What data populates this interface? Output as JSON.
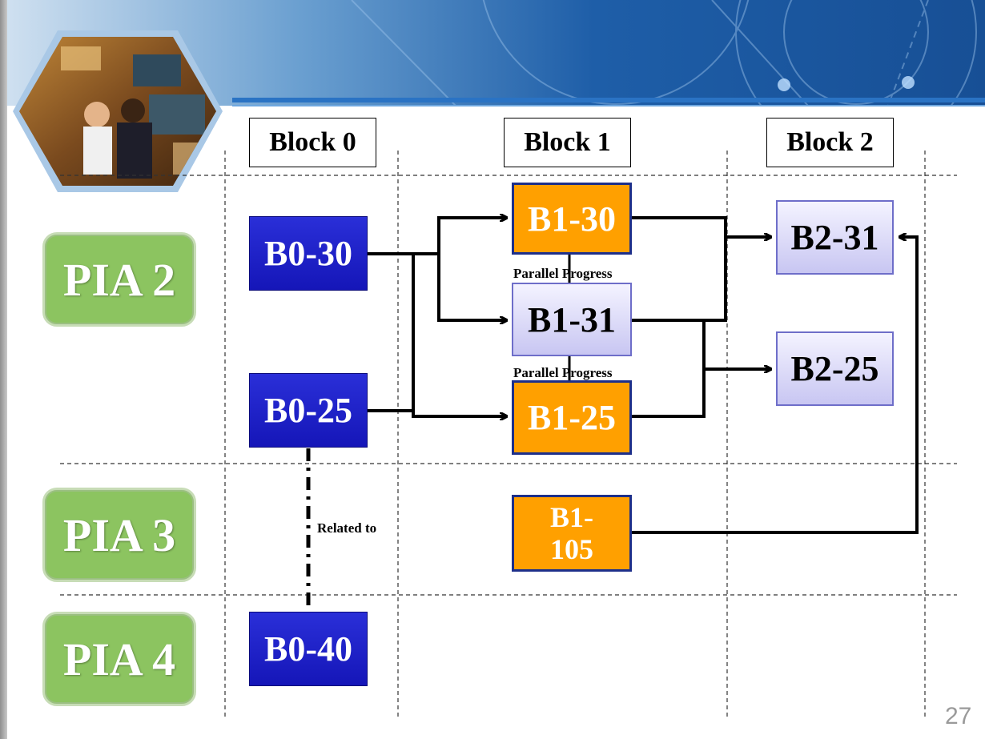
{
  "blocks": [
    "Block 0",
    "Block 1",
    "Block 2"
  ],
  "pia": [
    "PIA 2",
    "PIA 3",
    "PIA 4"
  ],
  "modules": {
    "b0_30": "B0-30",
    "b0_25": "B0-25",
    "b0_40": "B0-40",
    "b1_30": "B1-30",
    "b1_31": "B1-31",
    "b1_25": "B1-25",
    "b1_105_line1": "B1-",
    "b1_105_line2": "105",
    "b2_31": "B2-31",
    "b2_25": "B2-25"
  },
  "labels": {
    "parallel_1": "Parallel Progress",
    "parallel_2": "Parallel Progress",
    "related_to": "Related to"
  },
  "page_number": "27",
  "colors": {
    "block0_module": "#1a1cc4",
    "block1_orange": "#ffa000",
    "block1_lavender": "#d8d6f7",
    "block2_module": "#d8d6f7",
    "pia_green": "#8cc460",
    "banner_blue": "#1e5ea8"
  }
}
